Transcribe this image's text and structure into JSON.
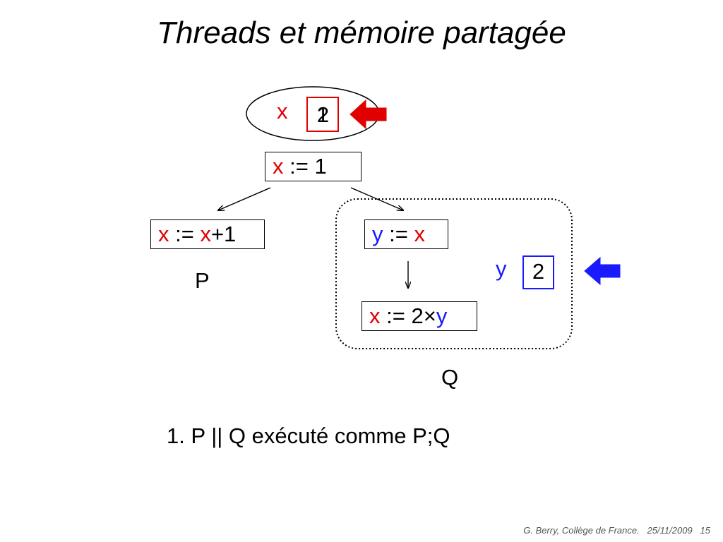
{
  "title": "Threads et mémoire partagée",
  "memory_x": {
    "name": "x",
    "value_overlap_a": "1",
    "value_overlap_b": "2"
  },
  "memory_y": {
    "name": "y",
    "value": "2"
  },
  "nodes": {
    "root": {
      "var": "x",
      "op": " := ",
      "rhs": "1"
    },
    "p_stmt": {
      "var": "x",
      "op": " := ",
      "rhs_var": "x",
      "rhs_rest": "+1"
    },
    "q_stmt1": {
      "var": "y",
      "op": " := ",
      "rhs_var": "x"
    },
    "q_stmt2": {
      "var": "x",
      "op": " := ",
      "rhs_num": "2×",
      "rhs_var": "y"
    }
  },
  "labels": {
    "p": "P",
    "q": "Q"
  },
  "caption": "1. P || Q exécuté comme P;Q",
  "footer": {
    "author": "G. Berry, Collège de France.",
    "date": "25/11/2009",
    "page": "15"
  },
  "colors": {
    "red": "#e00000",
    "blue": "#1a1aff"
  },
  "icons": [
    "arrow-left-icon-red",
    "arrow-left-icon-blue",
    "arrow-down-icon"
  ]
}
